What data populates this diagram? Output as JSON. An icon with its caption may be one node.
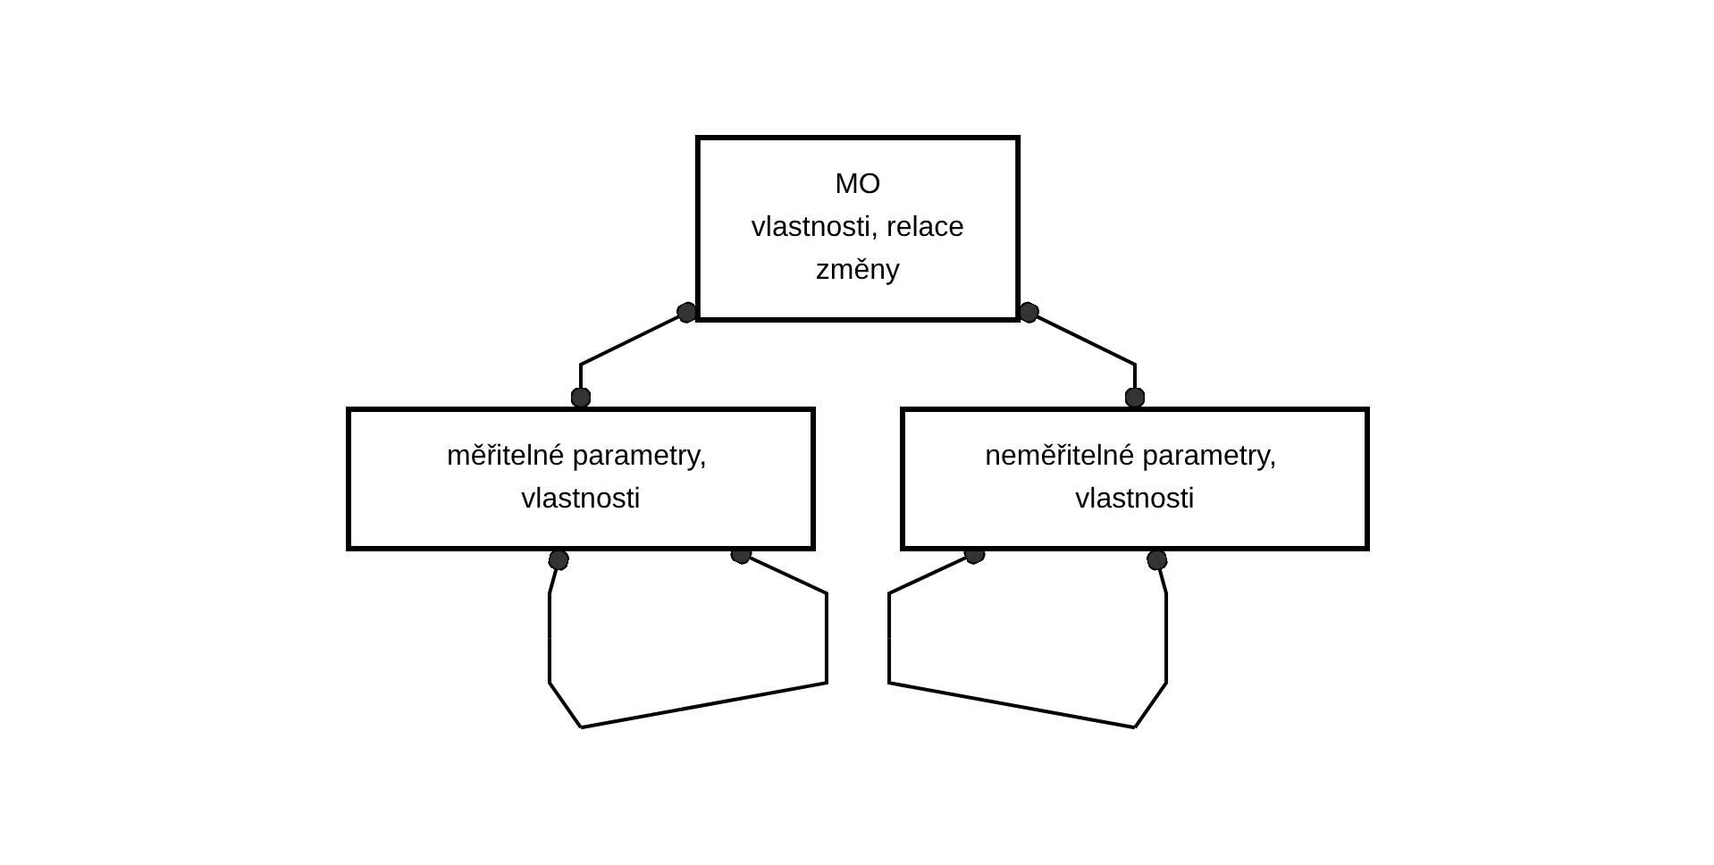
{
  "diagram": {
    "nodes": [
      {
        "text": [
          "MO",
          "vlastnosti, relace",
          "změny"
        ]
      },
      {
        "text": [
          "měřitelné parametry, vlastnosti"
        ]
      },
      {
        "text": [
          "neměřitelné parametry, vlastnosti"
        ]
      }
    ],
    "edges": [
      {
        "from": 0,
        "to": 1,
        "arrow": "other"
      },
      {
        "from": 0,
        "to": 2,
        "arrow": "other"
      },
      {
        "from": 1,
        "to": 1,
        "arrow": "other"
      },
      {
        "from": 2,
        "to": 2,
        "arrow": "other"
      }
    ]
  }
}
